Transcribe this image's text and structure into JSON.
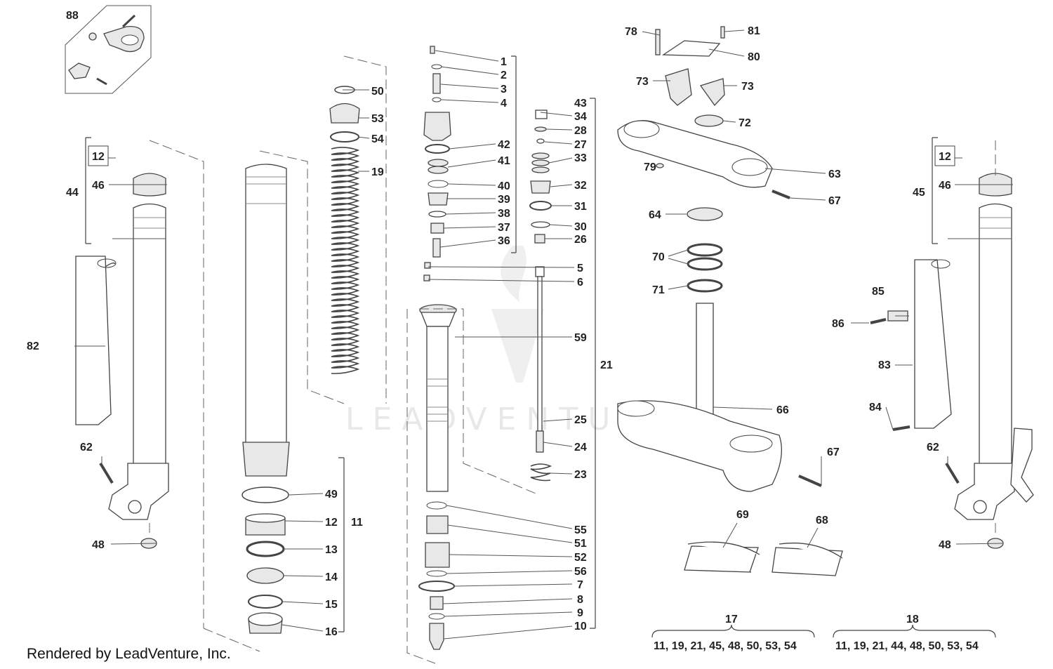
{
  "diagram": {
    "credit": "Rendered by LeadVenture, Inc.",
    "watermark": "LEADVENTURE",
    "callouts": {
      "c88": "88",
      "c50": "50",
      "c53": "53",
      "c54": "54",
      "c19": "19",
      "c12a": "12",
      "c44": "44",
      "c46a": "46",
      "c82": "82",
      "c62a": "62",
      "c48a": "48",
      "c49": "49",
      "c12b": "12",
      "c11": "11",
      "c13": "13",
      "c14": "14",
      "c15": "15",
      "c16": "16",
      "c1": "1",
      "c2": "2",
      "c3": "3",
      "c4": "4",
      "c42": "42",
      "c41": "41",
      "c40": "40",
      "c39": "39",
      "c38": "38",
      "c37": "37",
      "c36": "36",
      "c5": "5",
      "c6": "6",
      "c59": "59",
      "c43": "43",
      "c34": "34",
      "c28": "28",
      "c27": "27",
      "c33": "33",
      "c32": "32",
      "c31": "31",
      "c30": "30",
      "c26": "26",
      "c21": "21",
      "c25": "25",
      "c24": "24",
      "c23": "23",
      "c55": "55",
      "c51": "51",
      "c52": "52",
      "c56": "56",
      "c7": "7",
      "c8": "8",
      "c9": "9",
      "c10": "10",
      "c78": "78",
      "c81": "81",
      "c80": "80",
      "c73a": "73",
      "c73b": "73",
      "c72": "72",
      "c79": "79",
      "c63": "63",
      "c67a": "67",
      "c64": "64",
      "c70": "70",
      "c71": "71",
      "c66": "66",
      "c67b": "67",
      "c69": "69",
      "c68": "68",
      "c17": "17",
      "c18": "18",
      "c12c": "12",
      "c45": "45",
      "c46b": "46",
      "c85": "85",
      "c86": "86",
      "c83": "83",
      "c84": "84",
      "c62b": "62",
      "c48b": "48"
    },
    "kits": {
      "kit17": "11, 19, 21, 45, 48, 50, 53, 54",
      "kit18": "11, 19, 21, 44, 48, 50, 53, 54"
    }
  }
}
